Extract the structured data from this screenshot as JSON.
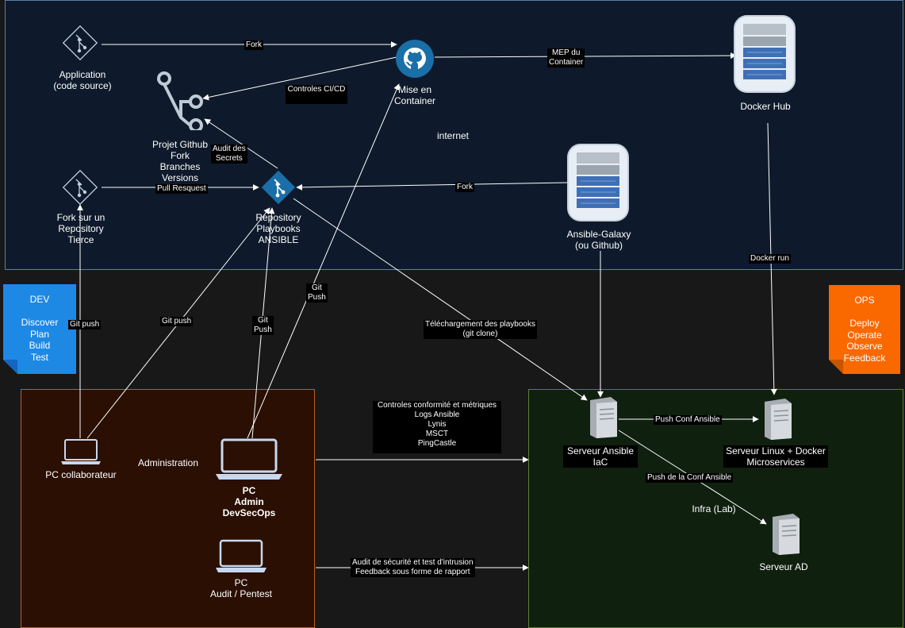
{
  "colors": {
    "internet_fill": "#0e1a2b",
    "internet_border": "#5a7fa6",
    "admin_fill": "#2a0f02",
    "admin_border": "#b8621b",
    "infra_fill": "#10200f",
    "infra_border": "#5c7f32",
    "dev_note": "#1e88e5",
    "ops_note": "#fa6800",
    "git_icon": "#1a6fa8",
    "edge": "#ffffff"
  },
  "regions": {
    "internet": "internet",
    "admin": "Administration",
    "infra": "Infra (Lab)"
  },
  "notes": {
    "dev": "DEV\n\nDiscover\nPlan\nBuild\nTest",
    "ops": "OPS\n\nDeploy\nOperate\nObserve\nFeedback"
  },
  "nodes": {
    "application": {
      "label": "Application\n(code source)",
      "icon": "git-icon"
    },
    "fork_repo": {
      "label": "Fork sur un\nRepository\nTierce",
      "icon": "git-icon"
    },
    "projet_github": {
      "label": "Projet Github\nFork\nBranches\nVersions",
      "icon": "git-branch-icon"
    },
    "mise_en_container": {
      "label": "Mise en\nContainer",
      "icon": "github-icon"
    },
    "repo_playbooks": {
      "label": "Repository\nPlaybooks\nANSIBLE",
      "icon": "git-icon"
    },
    "docker_hub": {
      "label": "Docker Hub",
      "icon": "server-rack-icon"
    },
    "ansible_galaxy": {
      "label": "Ansible-Galaxy\n(ou Github)",
      "icon": "server-rack-icon"
    },
    "pc_collab": {
      "label": "PC collaborateur",
      "icon": "laptop-icon"
    },
    "pc_admin": {
      "label": "PC\nAdmin\nDevSecOps",
      "icon": "laptop-icon"
    },
    "pc_audit": {
      "label": "PC\nAudit / Pentest",
      "icon": "laptop-icon"
    },
    "serveur_ansible": {
      "label": "Serveur Ansible\nIaC",
      "icon": "server-icon"
    },
    "serveur_linux": {
      "label": "Serveur Linux + Docker\nMicroservices",
      "icon": "server-icon"
    },
    "serveur_ad": {
      "label": "Serveur AD",
      "icon": "server-icon"
    }
  },
  "edge_labels": {
    "fork_top": "Fork",
    "mep": "MEP du\nContainer",
    "controles_cicd": "Controles CI/CD",
    "audit_secrets": "Audit des\nSecrets",
    "pull_request": "Pull Resquest",
    "fork_galaxy": "Fork",
    "docker_run": "Docker run",
    "git_push_collab": "Git push",
    "git_push_1": "Git push",
    "git_push_2": "Git\nPush",
    "git_push_3": "Git\nPush",
    "telechargement": "Téléchargement des playbooks\n(git clone)",
    "controles_conformite": "Controles conformité et métriques\nLogs Ansible\nLynis\nMSCT\nPingCastle",
    "audit_securite": "Audit de sécurité et test d'intrusion\nFeedback sous forme de rapport",
    "push_conf": "Push Conf Ansible",
    "push_conf_2": "Push de la Conf Ansible"
  }
}
